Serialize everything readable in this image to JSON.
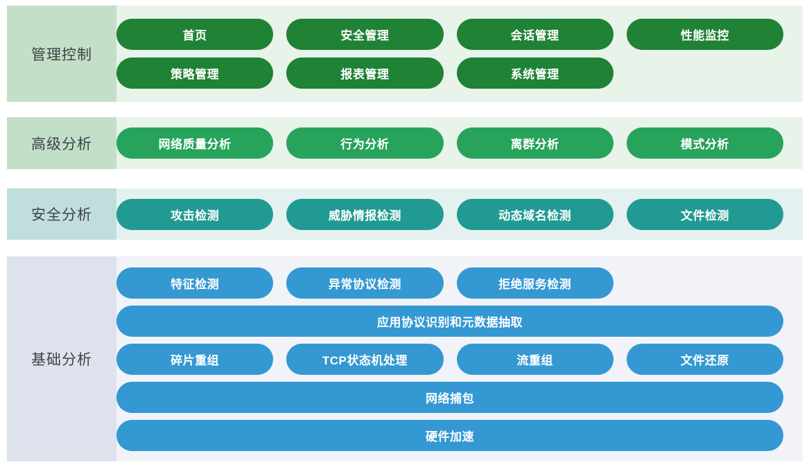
{
  "diagram": {
    "title_text": "",
    "colors": {
      "mgmt_pill": "#1f8235",
      "mgmt_label_bg": "#c3dfc8",
      "mgmt_body_bg": "#e8f3ea",
      "adv_pill": "#27a35c",
      "adv_label_bg": "#c3dfc8",
      "adv_body_bg": "#e8f3ea",
      "sec_pill": "#219a93",
      "sec_label_bg": "#bfdedc",
      "sec_body_bg": "#e5f1f1",
      "base_pill": "#3498d2",
      "base_label_bg": "#dde2ed",
      "base_body_bg": "#f1f3f8",
      "label_text": "#3d4246",
      "pill_text": "#ffffff"
    },
    "layers": [
      {
        "id": "management-control",
        "label": "管理控制",
        "rows": [
          {
            "items": [
              {
                "label": "首页",
                "wide": false
              },
              {
                "label": "安全管理",
                "wide": false
              },
              {
                "label": "会话管理",
                "wide": false
              },
              {
                "label": "性能监控",
                "wide": false
              }
            ]
          },
          {
            "items": [
              {
                "label": "策略管理",
                "wide": false
              },
              {
                "label": "报表管理",
                "wide": false
              },
              {
                "label": "系统管理",
                "wide": false
              }
            ]
          }
        ]
      },
      {
        "id": "advanced-analysis",
        "label": "高级分析",
        "rows": [
          {
            "items": [
              {
                "label": "网络质量分析",
                "wide": false
              },
              {
                "label": "行为分析",
                "wide": false
              },
              {
                "label": "离群分析",
                "wide": false
              },
              {
                "label": "模式分析",
                "wide": false
              }
            ]
          }
        ]
      },
      {
        "id": "security-analysis",
        "label": "安全分析",
        "rows": [
          {
            "items": [
              {
                "label": "攻击检测",
                "wide": false
              },
              {
                "label": "威胁情报检测",
                "wide": false
              },
              {
                "label": "动态域名检测",
                "wide": false
              },
              {
                "label": "文件检测",
                "wide": false
              }
            ]
          }
        ]
      },
      {
        "id": "basic-analysis",
        "label": "基础分析",
        "rows": [
          {
            "items": [
              {
                "label": "特征检测",
                "wide": false
              },
              {
                "label": "异常协议检测",
                "wide": false
              },
              {
                "label": "拒绝服务检测",
                "wide": false
              }
            ]
          },
          {
            "items": [
              {
                "label": "应用协议识别和元数据抽取",
                "wide": true
              }
            ]
          },
          {
            "items": [
              {
                "label": "碎片重组",
                "wide": false
              },
              {
                "label": "TCP状态机处理",
                "wide": false
              },
              {
                "label": "流重组",
                "wide": false
              },
              {
                "label": "文件还原",
                "wide": false
              }
            ]
          },
          {
            "items": [
              {
                "label": "网络捕包",
                "wide": true
              }
            ]
          },
          {
            "items": [
              {
                "label": "硬件加速",
                "wide": true
              }
            ]
          }
        ]
      }
    ]
  }
}
